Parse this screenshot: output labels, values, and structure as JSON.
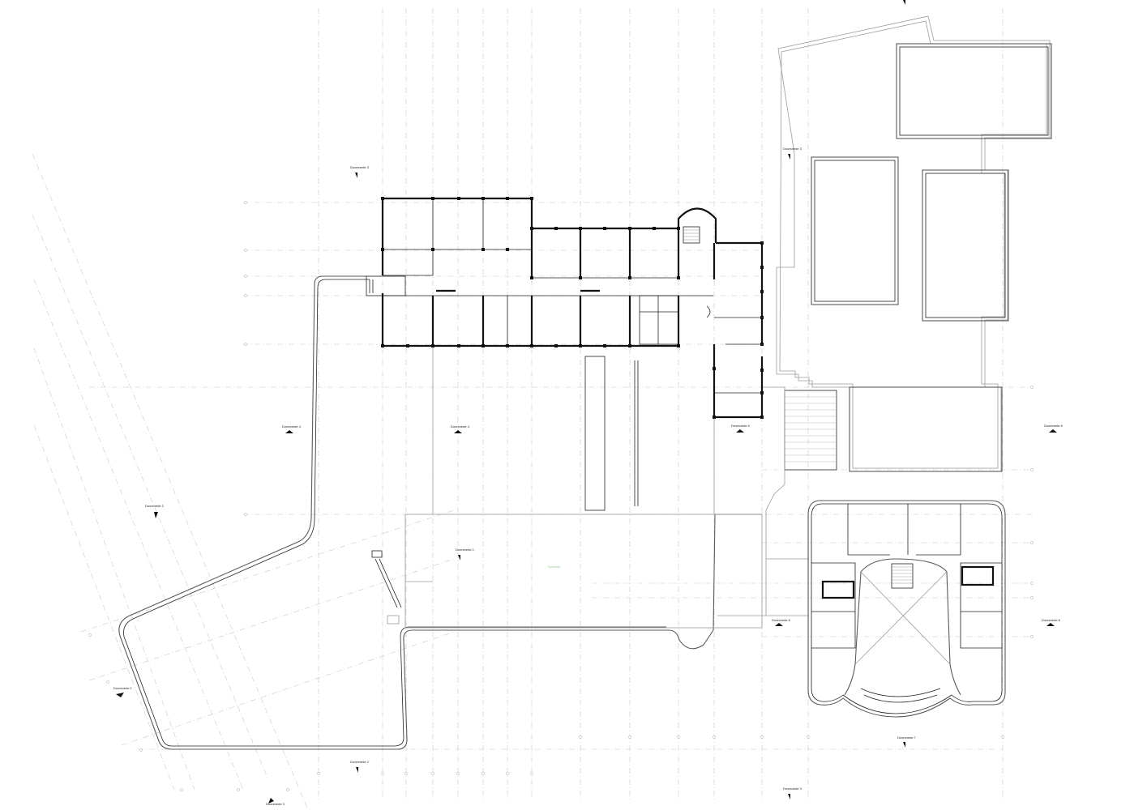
{
  "section_markers": [
    {
      "id": "doorsnede-1-left",
      "label": "Doorsnede 1"
    },
    {
      "id": "doorsnede-1-center",
      "label": "Doorsnede 1"
    },
    {
      "id": "doorsnede-2-left",
      "label": "Doorsnede 2"
    },
    {
      "id": "doorsnede-2-bottom",
      "label": "Doorsnede 2"
    },
    {
      "id": "doorsnede-3-top",
      "label": "Doorsnede 3"
    },
    {
      "id": "doorsnede-3-right",
      "label": "Doorsnede 3"
    },
    {
      "id": "doorsnede-3-bottom",
      "label": "Doorsnede 3"
    },
    {
      "id": "doorsnede-3-bottom-right",
      "label": "Doorsnede 3"
    },
    {
      "id": "doorsnede-4-left",
      "label": "Doorsnede 4"
    },
    {
      "id": "doorsnede-4-center",
      "label": "Doorsnede 4"
    },
    {
      "id": "doorsnede-6-mid",
      "label": "Doorsnede 6"
    },
    {
      "id": "doorsnede-6-right",
      "label": "Doorsnede 6"
    },
    {
      "id": "doorsnede-6-auditorium",
      "label": "Doorsnede 6"
    },
    {
      "id": "doorsnede-6-far-right",
      "label": "Doorsnede 6"
    },
    {
      "id": "doorsnede-7",
      "label": "Doorsnede 7"
    }
  ],
  "colors": {
    "background": "#ffffff",
    "walls": "#111111",
    "outline": "#5a5a5a",
    "grid": "#c8c8c8",
    "annotation": "#8fcf8f"
  },
  "icons": [
    "section-marker-icon",
    "grid-bubble-icon",
    "stair-icon"
  ]
}
